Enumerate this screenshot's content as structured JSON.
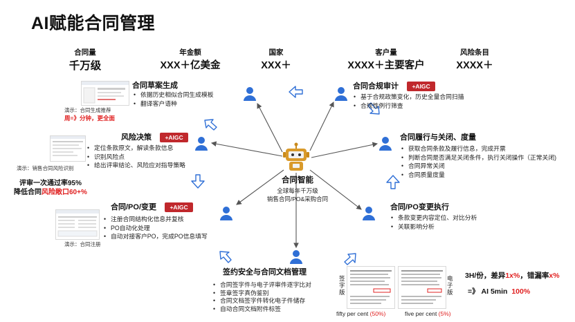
{
  "title": "AI赋能合同管理",
  "stats": [
    {
      "label": "合同量",
      "value": "千万级"
    },
    {
      "label": "年金额",
      "value": "XXX＋亿美金"
    },
    {
      "label": "国家",
      "value": "XXX＋"
    },
    {
      "label": "客户量",
      "value": "XXXX＋主要客户"
    },
    {
      "label": "风险条目",
      "value": "XXXX＋"
    }
  ],
  "center": {
    "title": "合同智能",
    "line1": "全球每年千万级",
    "line2": "销售合同/PO&采购合同"
  },
  "badge_label": "+AIGC",
  "sections": {
    "draft": {
      "title": "合同草案生成",
      "bullets": [
        "依据历史相似合同生成模板",
        "翻译客户语种"
      ]
    },
    "risk": {
      "title": "风险决策",
      "bullets": [
        "定位条款原文，解读条款信息",
        "识别风险点",
        "给出评审结论、风险应对指导策略"
      ]
    },
    "po_change": {
      "title": "合同/PO/变更",
      "bullets": [
        "注册合同结构化信息并复核",
        "PO自动化处理",
        "自动对接客户PO，完成PO信息填写"
      ]
    },
    "compliance": {
      "title": "合同合规审计",
      "bullets": [
        "基于合规政策变化，历史全量合同扫描",
        "合规性例行筛查"
      ]
    },
    "fulfill": {
      "title": "合同履行与关闭、度量",
      "bullets": [
        "获取合同条款及履行信息，完成开票",
        "判断合同是否满足关闭条件，执行关闭操作（正常关闭)",
        "合同异常关闭",
        "合同质量度量"
      ]
    },
    "po_exec": {
      "title": "合同/PO变更执行",
      "bullets": [
        "条款变更内容定位、对比分析",
        "关联影响分析"
      ]
    },
    "signing": {
      "title": "签约安全与合同文档管理",
      "bullets": [
        "合同签字件与电子评审件逐字比对",
        "签章签字真伪鉴别",
        "合同文档签字件转化电子件储存",
        "自动合同文档附件标签"
      ]
    }
  },
  "demos": {
    "draft_caption": "演示：合同生成推荐",
    "draft_note": "周=》分钟，更全面",
    "risk_caption": "演示：销售合同风险识别",
    "risk_stat1": "评审一次通过率95%",
    "risk_stat2_prefix": "降低合同",
    "risk_stat2_red": "风险敞口60+%",
    "po_caption": "演示：合同注册"
  },
  "comparison": {
    "left_label": "签字版",
    "right_label": "电子版",
    "left_caption_prefix": "fifty per cent ",
    "left_caption_red": "(50%)",
    "right_caption_prefix": "five per cent ",
    "right_caption_red": "(5%)",
    "metric_line1_a": "3H/份，差异",
    "metric_line1_b": "1x%",
    "metric_line1_c": "，错漏率",
    "metric_line1_d": "x%",
    "metric_line2_a": "=》 AI 5min  ",
    "metric_line2_b": "100%"
  },
  "colors": {
    "accent_blue": "#2f6fd6",
    "badge_red": "#c0282c",
    "highlight_red": "#e02020",
    "robot_gold": "#c98a1c"
  }
}
